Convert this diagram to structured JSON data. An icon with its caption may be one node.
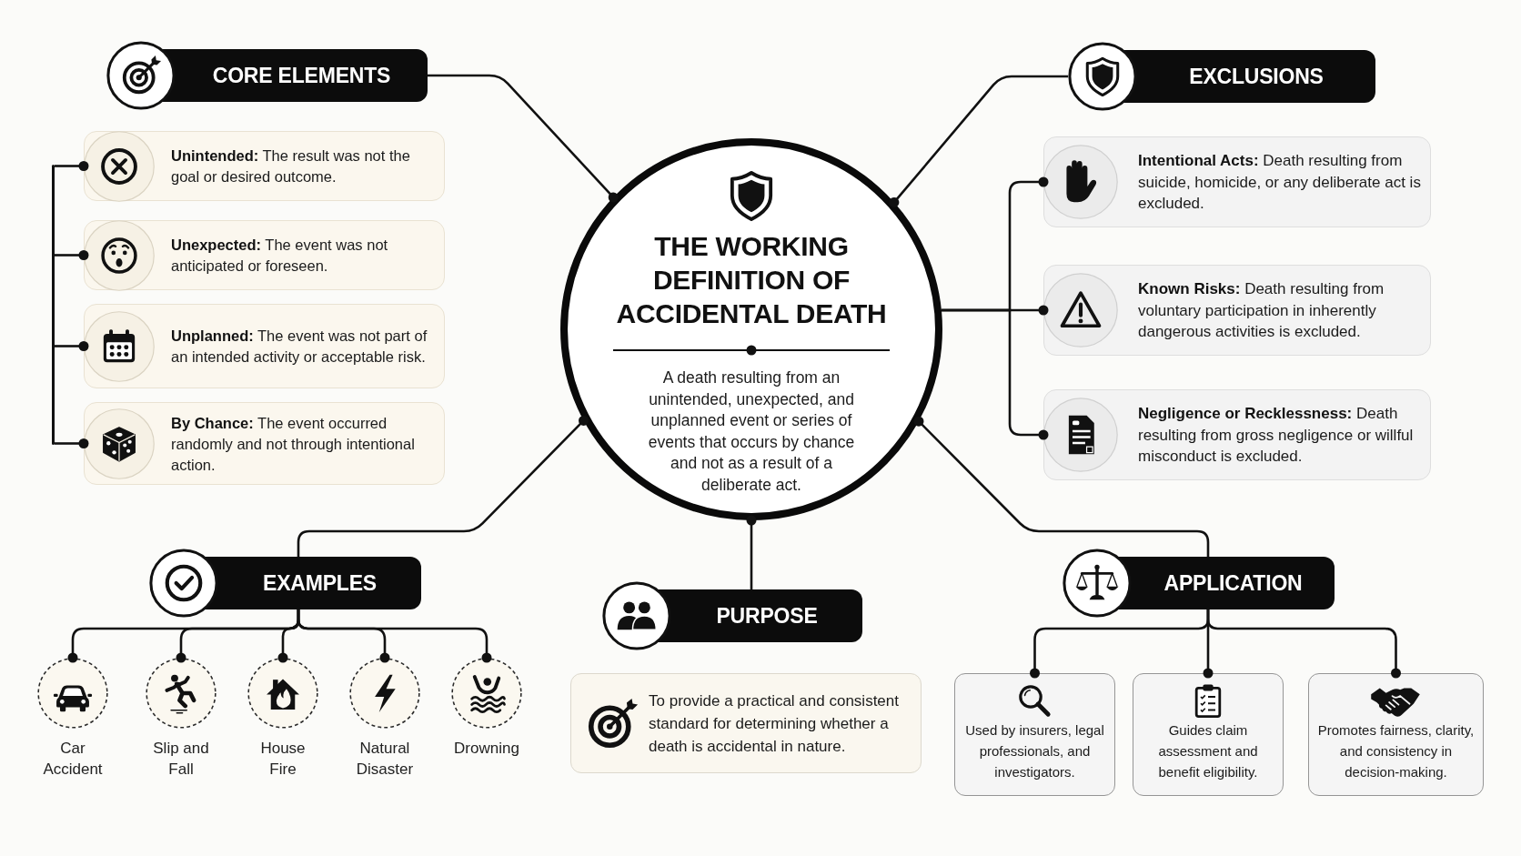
{
  "diagram": {
    "nodes": [
      {
        "text": [
          "CORE ELEMENTS"
        ]
      },
      {
        "text": [
          "**Unintended:** The result was not the goal or desired outcome."
        ]
      },
      {
        "text": [
          "**Unexpected:** The event was not anticipated or foreseen."
        ]
      },
      {
        "text": [
          "**Unplanned:** The event was not part of an intended activity or acceptable risk."
        ]
      },
      {
        "text": [
          "**By Chance:** The event occurred randomly and not through intentional action."
        ]
      },
      {
        "text": [
          "EXCLUSIONS"
        ]
      },
      {
        "text": [
          "**Intentional Acts:** Death resulting from suicide, homicide, or any deliberate act is excluded."
        ]
      },
      {
        "text": [
          "**Known Risks:** Death resulting from voluntary participation in inherently dangerous activities is excluded."
        ]
      },
      {
        "text": [
          "**Negligence or Recklessness:** Death resulting from gross negligence or willful misconduct is excluded."
        ]
      },
      {
        "text": [
          "THE WORKING DEFINITION OF ACCIDENTAL DEATH",
          "A death resulting from an unintended, unexpected, and unplanned event or series of events that occurs by chance and not as a result of a deliberate act."
        ]
      },
      {
        "text": [
          "EXAMPLES"
        ]
      },
      {
        "text": [
          "Car Accident"
        ]
      },
      {
        "text": [
          "Slip and Fall"
        ]
      },
      {
        "text": [
          "House Fire"
        ]
      },
      {
        "text": [
          "Natural Disaster"
        ]
      },
      {
        "text": [
          "Drowning"
        ]
      },
      {
        "text": [
          "PURPOSE"
        ]
      },
      {
        "text": [
          "To provide a practical and consistent standard for determining whether a death is accidental in nature."
        ]
      },
      {
        "text": [
          "APPLICATION"
        ]
      },
      {
        "text": [
          "Used by insurers, legal professionals, and investigators."
        ]
      },
      {
        "text": [
          "Guides claim assessment and benefit eligibility."
        ]
      },
      {
        "text": [
          "Promotes fairness, clarity, and consistency in decision-making."
        ]
      },
      {
        "text": [],
        "shape": "bar"
      }
    ],
    "edges": [
      {
        "from": 0,
        "to": 9,
        "arrow": "other"
      },
      {
        "from": 5,
        "to": 9,
        "arrow": "other"
      },
      {
        "from": 9,
        "to": 6,
        "arrow": "other"
      },
      {
        "from": 9,
        "to": 7,
        "arrow": "other"
      },
      {
        "from": 9,
        "to": 8,
        "arrow": "other"
      },
      {
        "from": 10,
        "to": 9,
        "arrow": "other"
      },
      {
        "from": 10,
        "to": 11,
        "arrow": "other"
      },
      {
        "from": 10,
        "to": 12,
        "arrow": "other"
      },
      {
        "from": 10,
        "to": 13,
        "arrow": "other"
      },
      {
        "from": 10,
        "to": 14,
        "arrow": "other"
      },
      {
        "from": 10,
        "to": 15,
        "arrow": "other"
      },
      {
        "from": 16,
        "to": 9,
        "arrow": "other"
      },
      {
        "from": 18,
        "to": 9,
        "arrow": "other"
      },
      {
        "from": 18,
        "to": 19,
        "arrow": "other"
      },
      {
        "from": 18,
        "to": 20,
        "arrow": "other"
      },
      {
        "from": 18,
        "to": 21,
        "arrow": "other"
      },
      {
        "from": 22,
        "to": 1,
        "arrow": "other"
      },
      {
        "from": 22,
        "to": 2,
        "arrow": "other"
      },
      {
        "from": 22,
        "to": 3,
        "arrow": "other"
      },
      {
        "from": 22,
        "to": 4,
        "arrow": "other"
      }
    ]
  }
}
